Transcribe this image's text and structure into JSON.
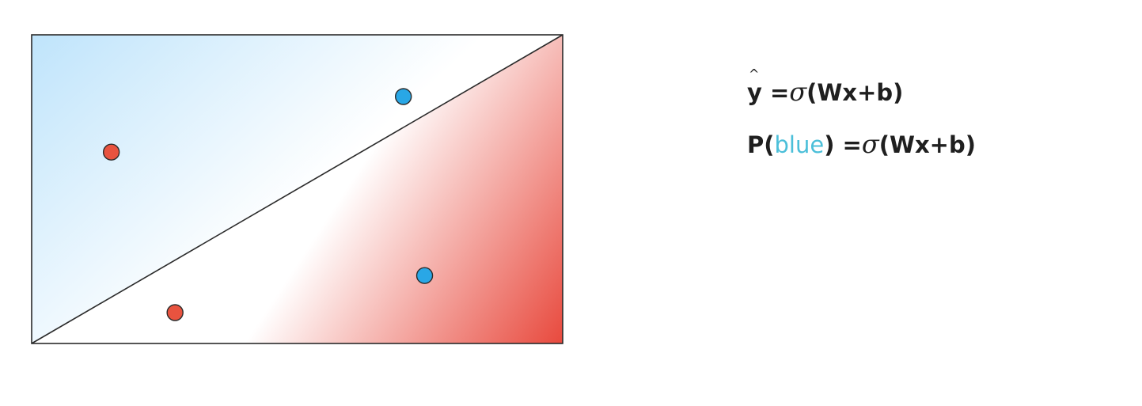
{
  "formulas": {
    "yhat": {
      "var": "y",
      "hat": "^",
      "eq": " =",
      "sigma": "σ",
      "args": "(Wx+b)"
    },
    "pblue": {
      "prefix": "P(",
      "word": "blue",
      "suffix": ") =",
      "sigma": "σ",
      "args": "(Wx+b)"
    }
  },
  "colors": {
    "blue_point": "#29a7e6",
    "red_point": "#e8533f",
    "blue_word": "#4bbfd9",
    "blue_region": "#bfe4fb",
    "red_region": "#e84a3e"
  },
  "points": [
    {
      "label": "blue",
      "x": 0.7,
      "y": 0.8
    },
    {
      "label": "red",
      "x": 0.15,
      "y": 0.62
    },
    {
      "label": "blue",
      "x": 0.74,
      "y": 0.22
    },
    {
      "label": "red",
      "x": 0.27,
      "y": 0.1
    }
  ]
}
